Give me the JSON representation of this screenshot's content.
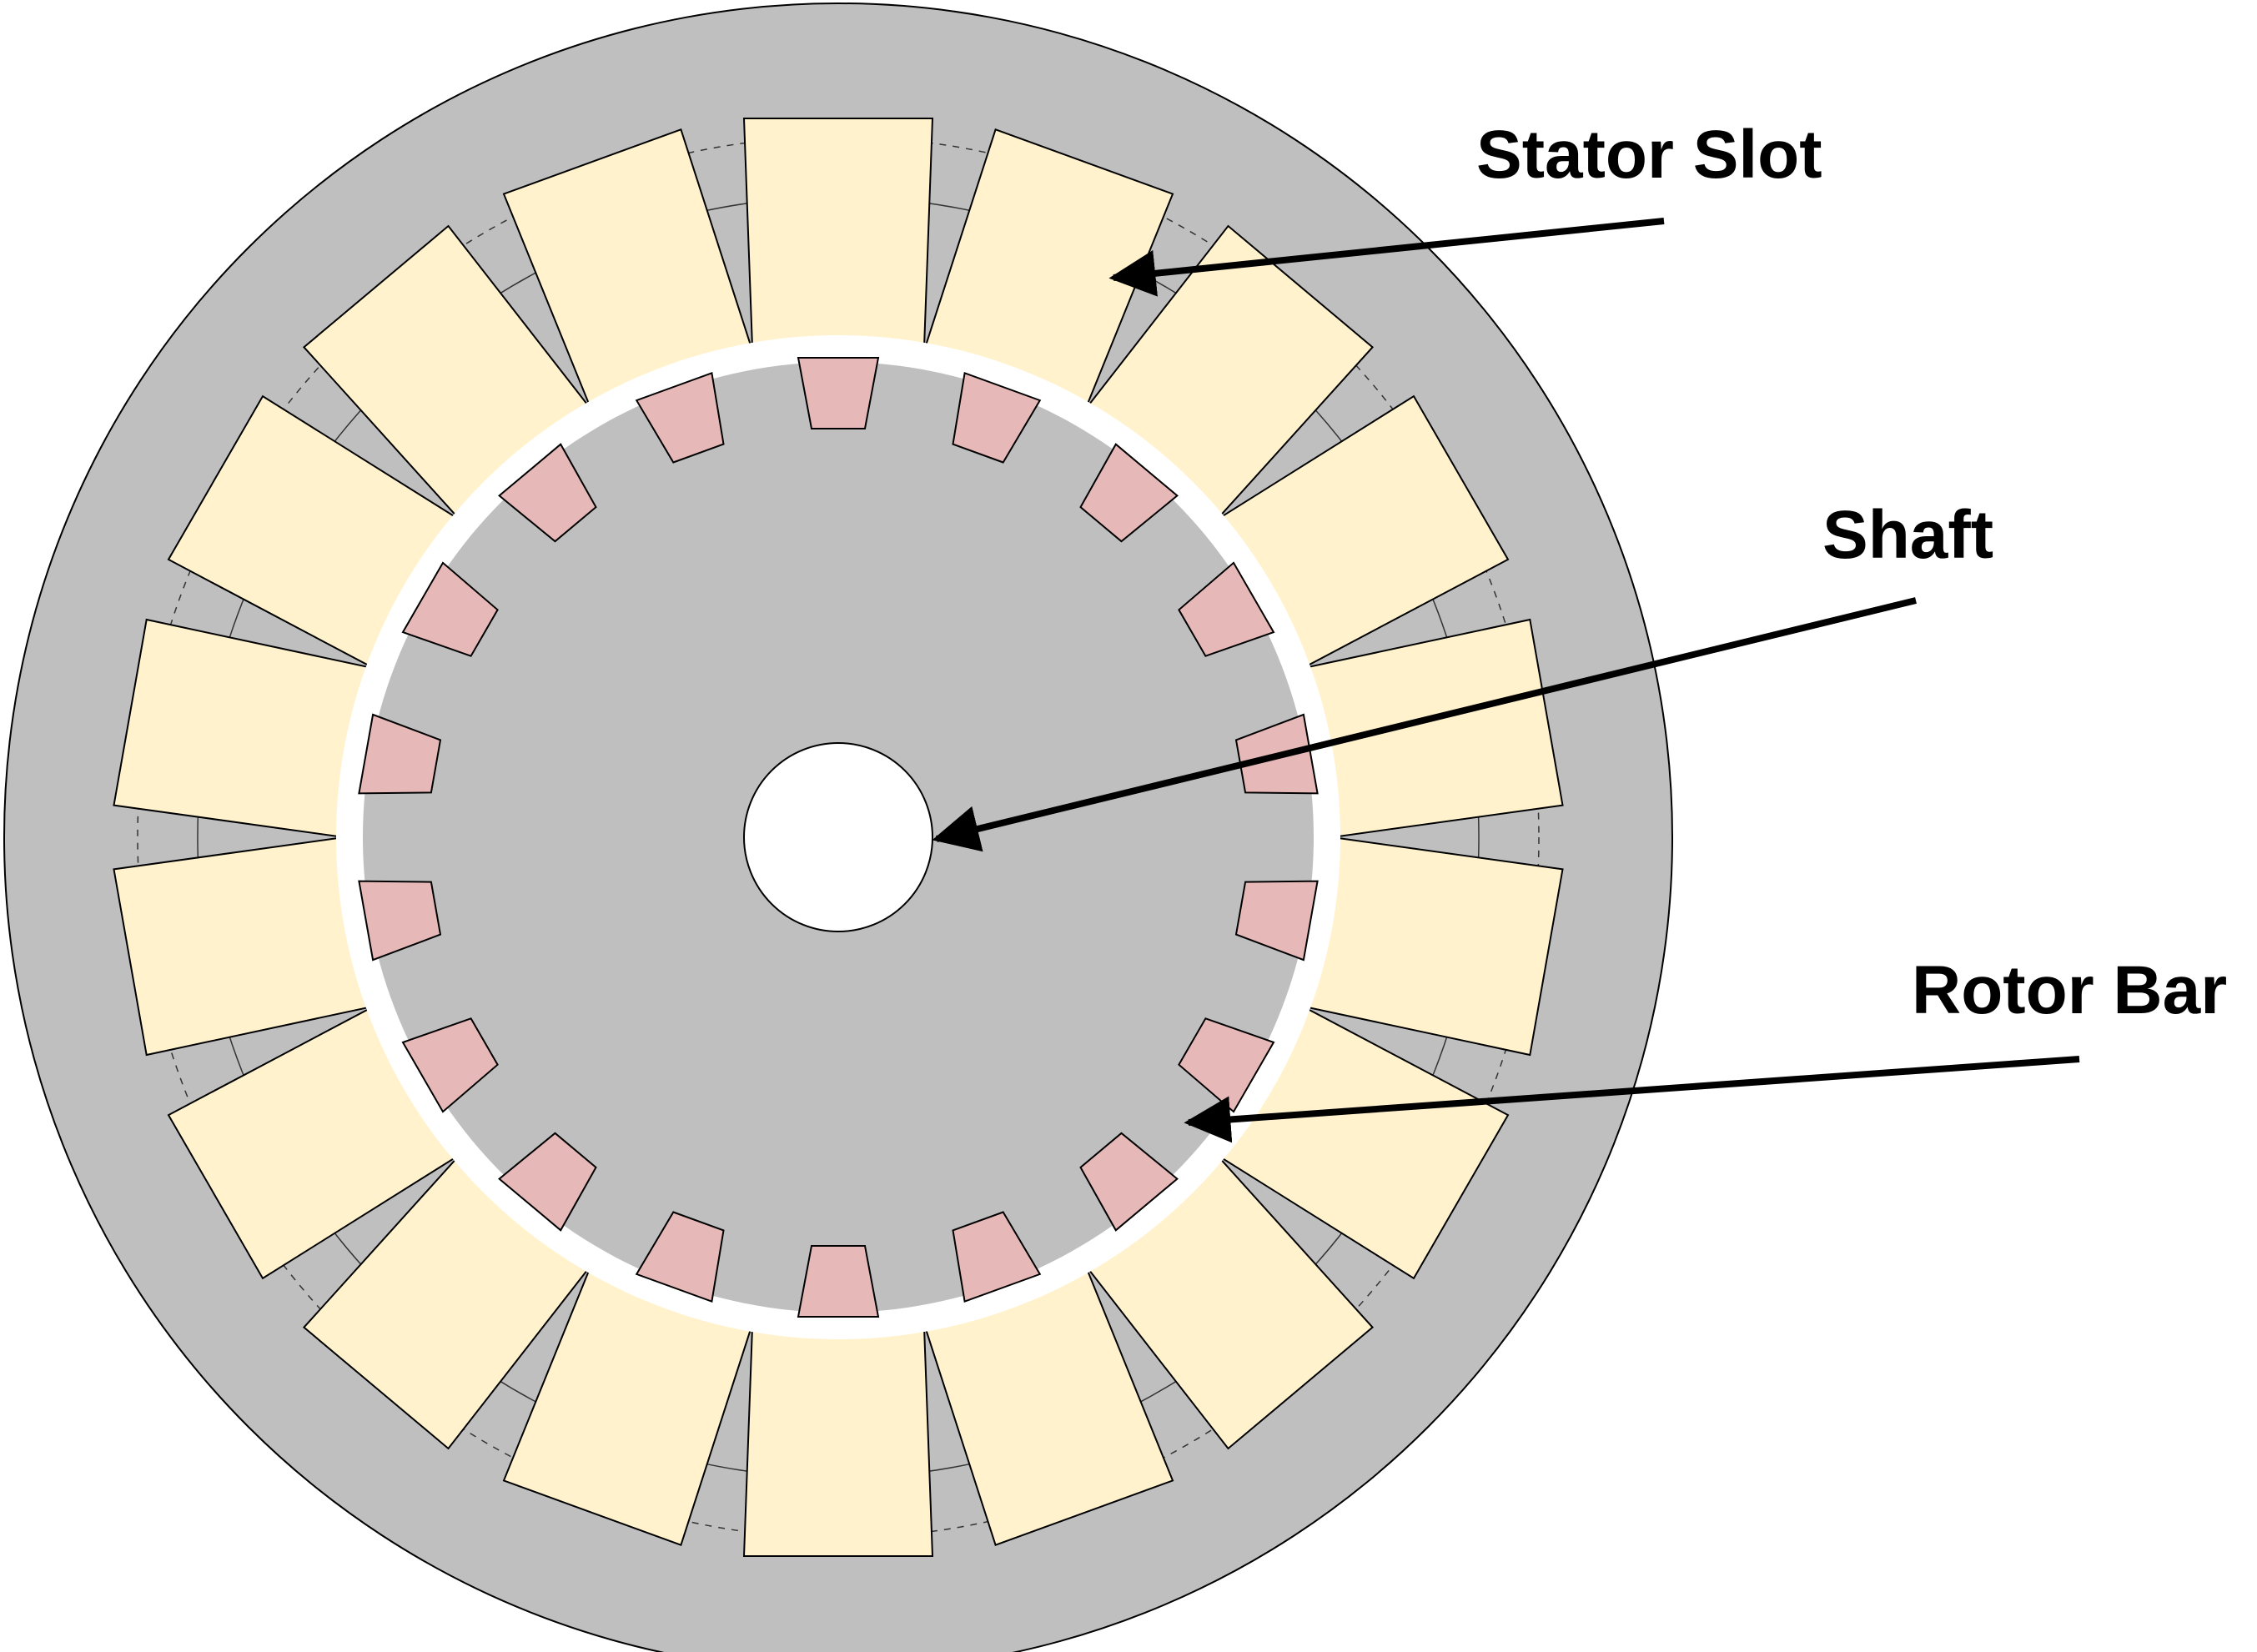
{
  "colors": {
    "background": "#ffffff",
    "stator_core": "#bfbfbf",
    "stator_slot": "#fff2cc",
    "rotor_core": "#bfbfbf",
    "rotor_bar": "#e6b8b7",
    "air_gap": "#ffffff",
    "shaft": "#ffffff",
    "arrow": "#000000"
  },
  "stator": {
    "slot_count": 18
  },
  "rotor": {
    "bar_count": 18
  },
  "labels": {
    "stator_slot": "Stator Slot",
    "shaft": "Shaft",
    "rotor_bar": "Rotor Bar"
  }
}
